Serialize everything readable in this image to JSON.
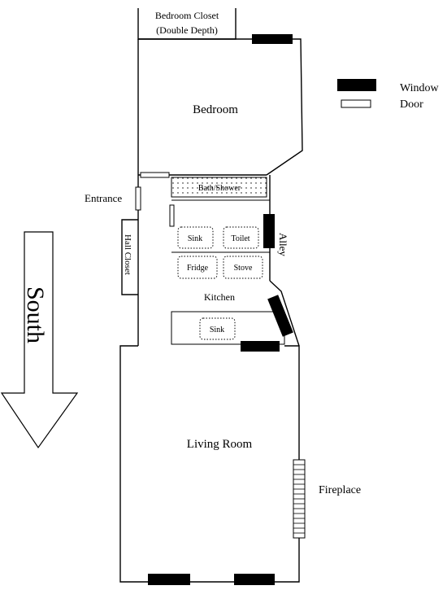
{
  "legend": {
    "window_label": "Window",
    "door_label": "Door"
  },
  "rooms": {
    "bedroom_closet_line1": "Bedroom Closet",
    "bedroom_closet_line2": "(Double Depth)",
    "bedroom": "Bedroom",
    "entrance": "Entrance",
    "hall_closet": "Hall Closet",
    "kitchen": "Kitchen",
    "living_room": "Living Room",
    "fireplace": "Fireplace",
    "alley": "Alley"
  },
  "fixtures": {
    "bath_shower": "Bath/Shower",
    "bath_sink": "Sink",
    "toilet": "Toilet",
    "fridge": "Fridge",
    "stove": "Stove",
    "kitchen_sink": "Sink"
  },
  "compass": {
    "direction": "South"
  },
  "colors": {
    "ink": "#000000",
    "paper": "#ffffff"
  }
}
